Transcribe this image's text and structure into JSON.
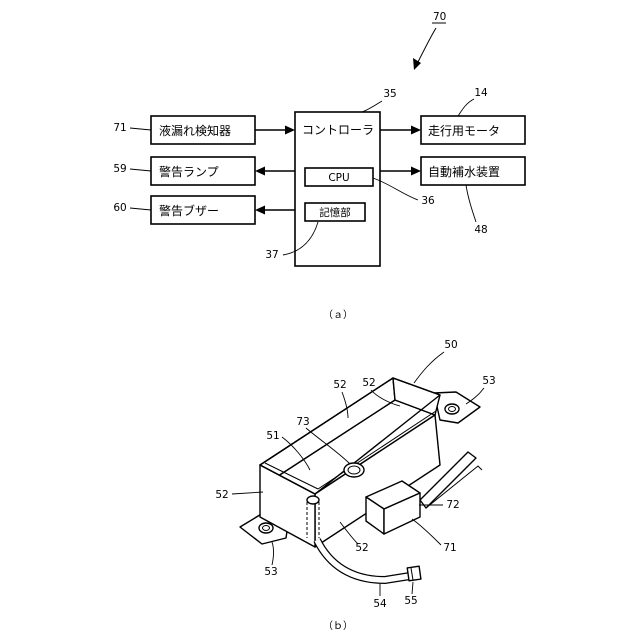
{
  "figure_ref": "70",
  "part_a": {
    "caption": "（ａ）",
    "controller": {
      "label": "コントローラ",
      "ref": "35"
    },
    "cpu": {
      "label": "CPU",
      "ref": "36"
    },
    "memory": {
      "label": "記憶部",
      "ref": "37"
    },
    "inputs": [
      {
        "label": "液漏れ検知器",
        "ref": "71"
      },
      {
        "label": "警告ランプ",
        "ref": "59"
      },
      {
        "label": "警告ブザー",
        "ref": "60"
      }
    ],
    "outputs": [
      {
        "label": "走行用モータ",
        "ref": "14"
      },
      {
        "label": "自動補水装置",
        "ref": "48"
      }
    ]
  },
  "part_b": {
    "caption": "（ｂ）",
    "refs": {
      "tray": "50",
      "floor": "51",
      "wall_top": "52",
      "wall_top_right": "52",
      "wall_left": "52",
      "wall_front": "52",
      "flange_left": "53",
      "flange_right": "53",
      "hose": "54",
      "hose_end": "55",
      "detector": "71",
      "detector_box": "72",
      "drain_hole": "73"
    }
  }
}
